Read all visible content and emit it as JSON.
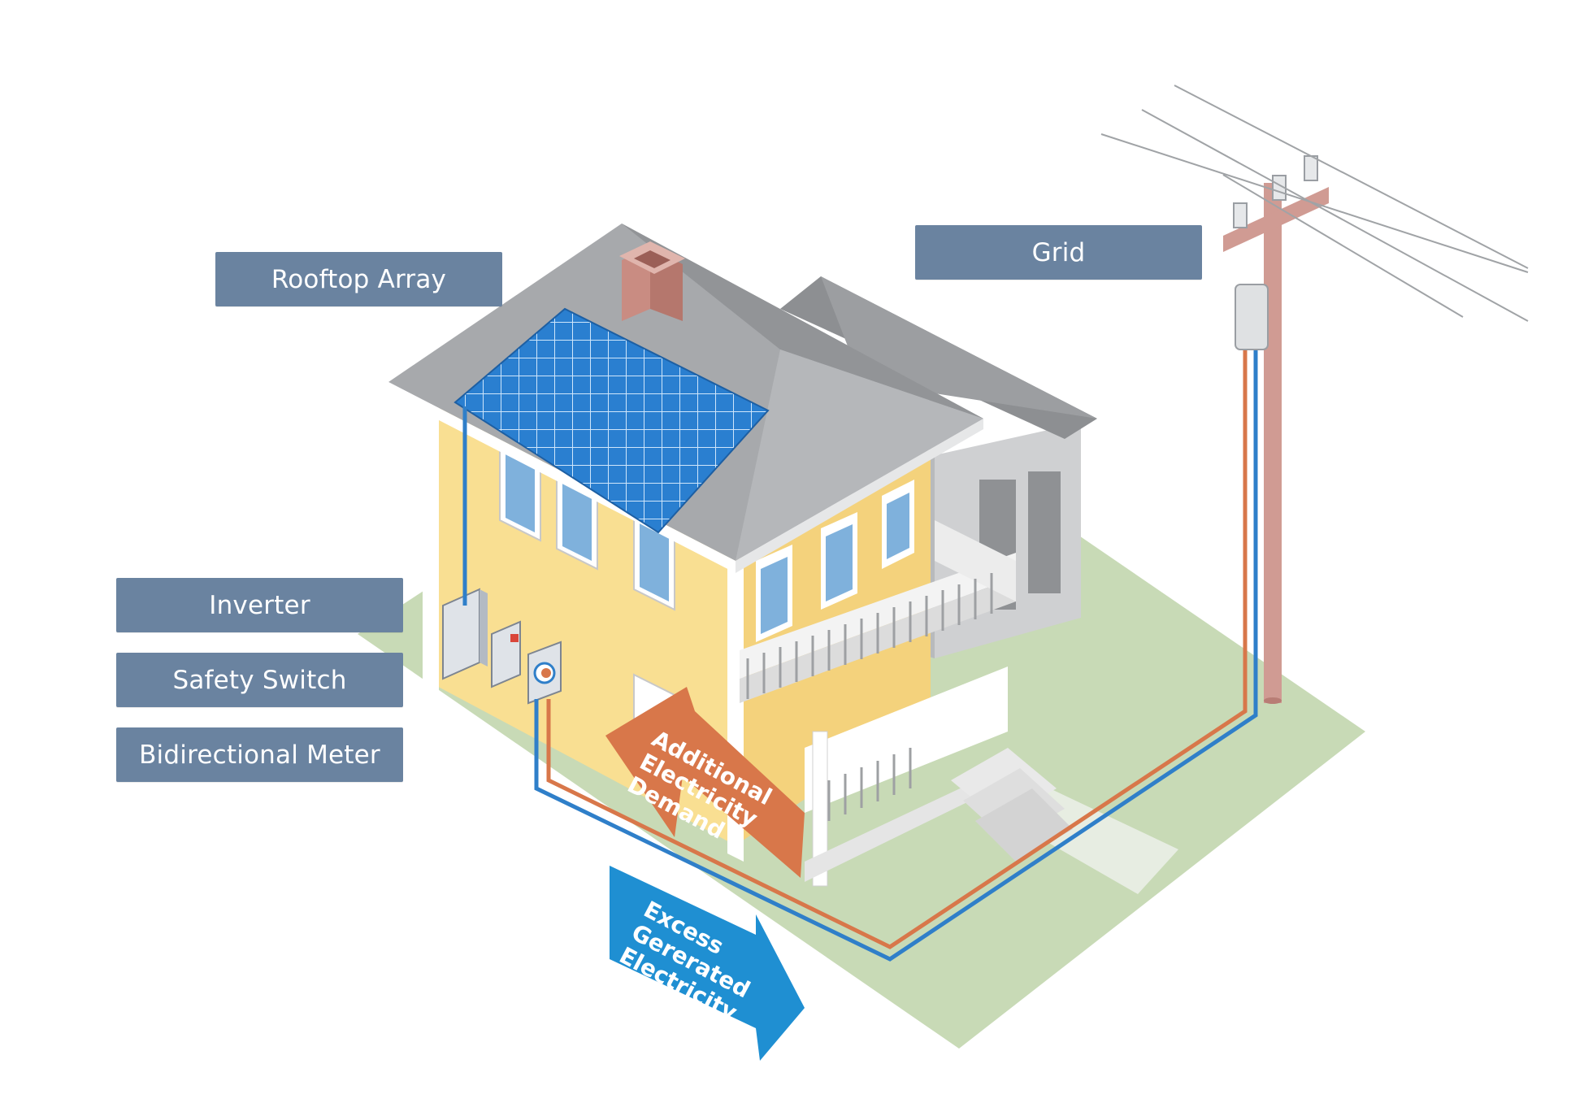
{
  "labels": {
    "rooftop_array": "Rooftop Array",
    "grid": "Grid",
    "inverter": "Inverter",
    "safety_switch": "Safety Switch",
    "bidirectional_meter": "Bidirectional Meter"
  },
  "arrows": {
    "demand": [
      "Additional",
      "Electricity",
      "Demand"
    ],
    "excess": [
      "Excess",
      "Gererated",
      "Electricity"
    ]
  },
  "colors": {
    "label_bg": "#6a83a0",
    "demand_arrow": "#d8774a",
    "excess_arrow": "#1f8fd2",
    "house_wall": "#fbe49a",
    "roof": "#a9abae",
    "lawn": "#c3d6b0",
    "solar_panel": "#2a7fd0",
    "pole": "#d09b93",
    "wire_blue": "#2f7fc9",
    "wire_orange": "#d8774a"
  }
}
